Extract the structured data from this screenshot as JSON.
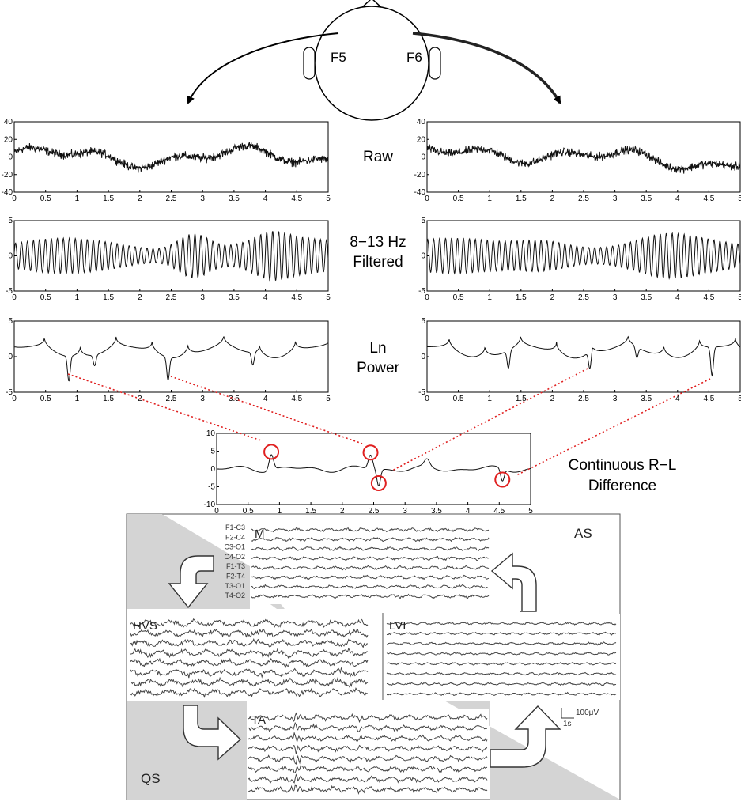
{
  "head": {
    "left_electrode": "F5",
    "right_electrode": "F6"
  },
  "row_labels": {
    "raw": "Raw",
    "filtered_1": "8−13 Hz",
    "filtered_2": "Filtered",
    "power_1": "Ln",
    "power_2": "Power",
    "diff_1": "Continuous R−L",
    "diff_2": "Difference"
  },
  "x_ticks": [
    "0",
    "0.5",
    "1",
    "1.5",
    "2",
    "2.5",
    "3",
    "3.5",
    "4",
    "4.5",
    "5"
  ],
  "y_ticks": {
    "raw": [
      "40",
      "20",
      "0",
      "-20",
      "-40"
    ],
    "filtered": [
      "5",
      "0",
      "-5"
    ],
    "power": [
      "5",
      "0",
      "-5"
    ],
    "diff": [
      "10",
      "5",
      "0",
      "-5",
      "-10"
    ]
  },
  "chart_data": [
    {
      "type": "line",
      "title": "",
      "x_range": [
        0,
        5
      ],
      "y_range": [
        -40,
        40
      ],
      "series": [
        {
          "name": "",
          "values": []
        }
      ]
    },
    {
      "type": "line",
      "title": "",
      "x_range": [
        0,
        5
      ],
      "y_range": [
        -40,
        40
      ],
      "series": [
        {
          "name": "",
          "values": []
        }
      ]
    },
    {
      "type": "line",
      "title": "",
      "x_range": [
        0,
        5
      ],
      "y_range": [
        -5,
        5
      ],
      "series": [
        {
          "name": "",
          "values": []
        }
      ]
    },
    {
      "type": "line",
      "title": "",
      "x_range": [
        0,
        5
      ],
      "y_range": [
        -5,
        5
      ],
      "series": [
        {
          "name": "",
          "values": []
        }
      ]
    },
    {
      "type": "line",
      "title": "",
      "x_range": [
        0,
        5
      ],
      "y_range": [
        -5,
        5
      ],
      "series": [
        {
          "name": "",
          "values": []
        }
      ]
    },
    {
      "type": "line",
      "title": "",
      "x_range": [
        0,
        5
      ],
      "y_range": [
        -5,
        5
      ],
      "series": [
        {
          "name": "",
          "values": []
        }
      ]
    },
    {
      "type": "line",
      "title": "",
      "x_range": [
        0,
        5
      ],
      "y_range": [
        -10,
        10
      ],
      "series": [
        {
          "name": "",
          "values": []
        }
      ],
      "highlighted_points": [
        {
          "x": 0.87,
          "y": 4.8
        },
        {
          "x": 2.45,
          "y": 4.6
        },
        {
          "x": 2.58,
          "y": -4.0
        },
        {
          "x": 4.55,
          "y": -3.0
        }
      ]
    }
  ],
  "sleep_states": {
    "channels": [
      "F1-C3",
      "F2-C4",
      "C3-O1",
      "C4-O2",
      "F1-T3",
      "F2-T4",
      "T3-O1",
      "T4-O2"
    ],
    "states": {
      "m": "M",
      "as": "AS",
      "hvs": "HVS",
      "lvi": "LVI",
      "ta": "TA",
      "qs": "QS"
    },
    "scale_amplitude": "100μV",
    "scale_time": "1s"
  },
  "colors": {
    "highlight": "#e02020",
    "shade": "#d4d4d4",
    "trace": "#111111"
  }
}
